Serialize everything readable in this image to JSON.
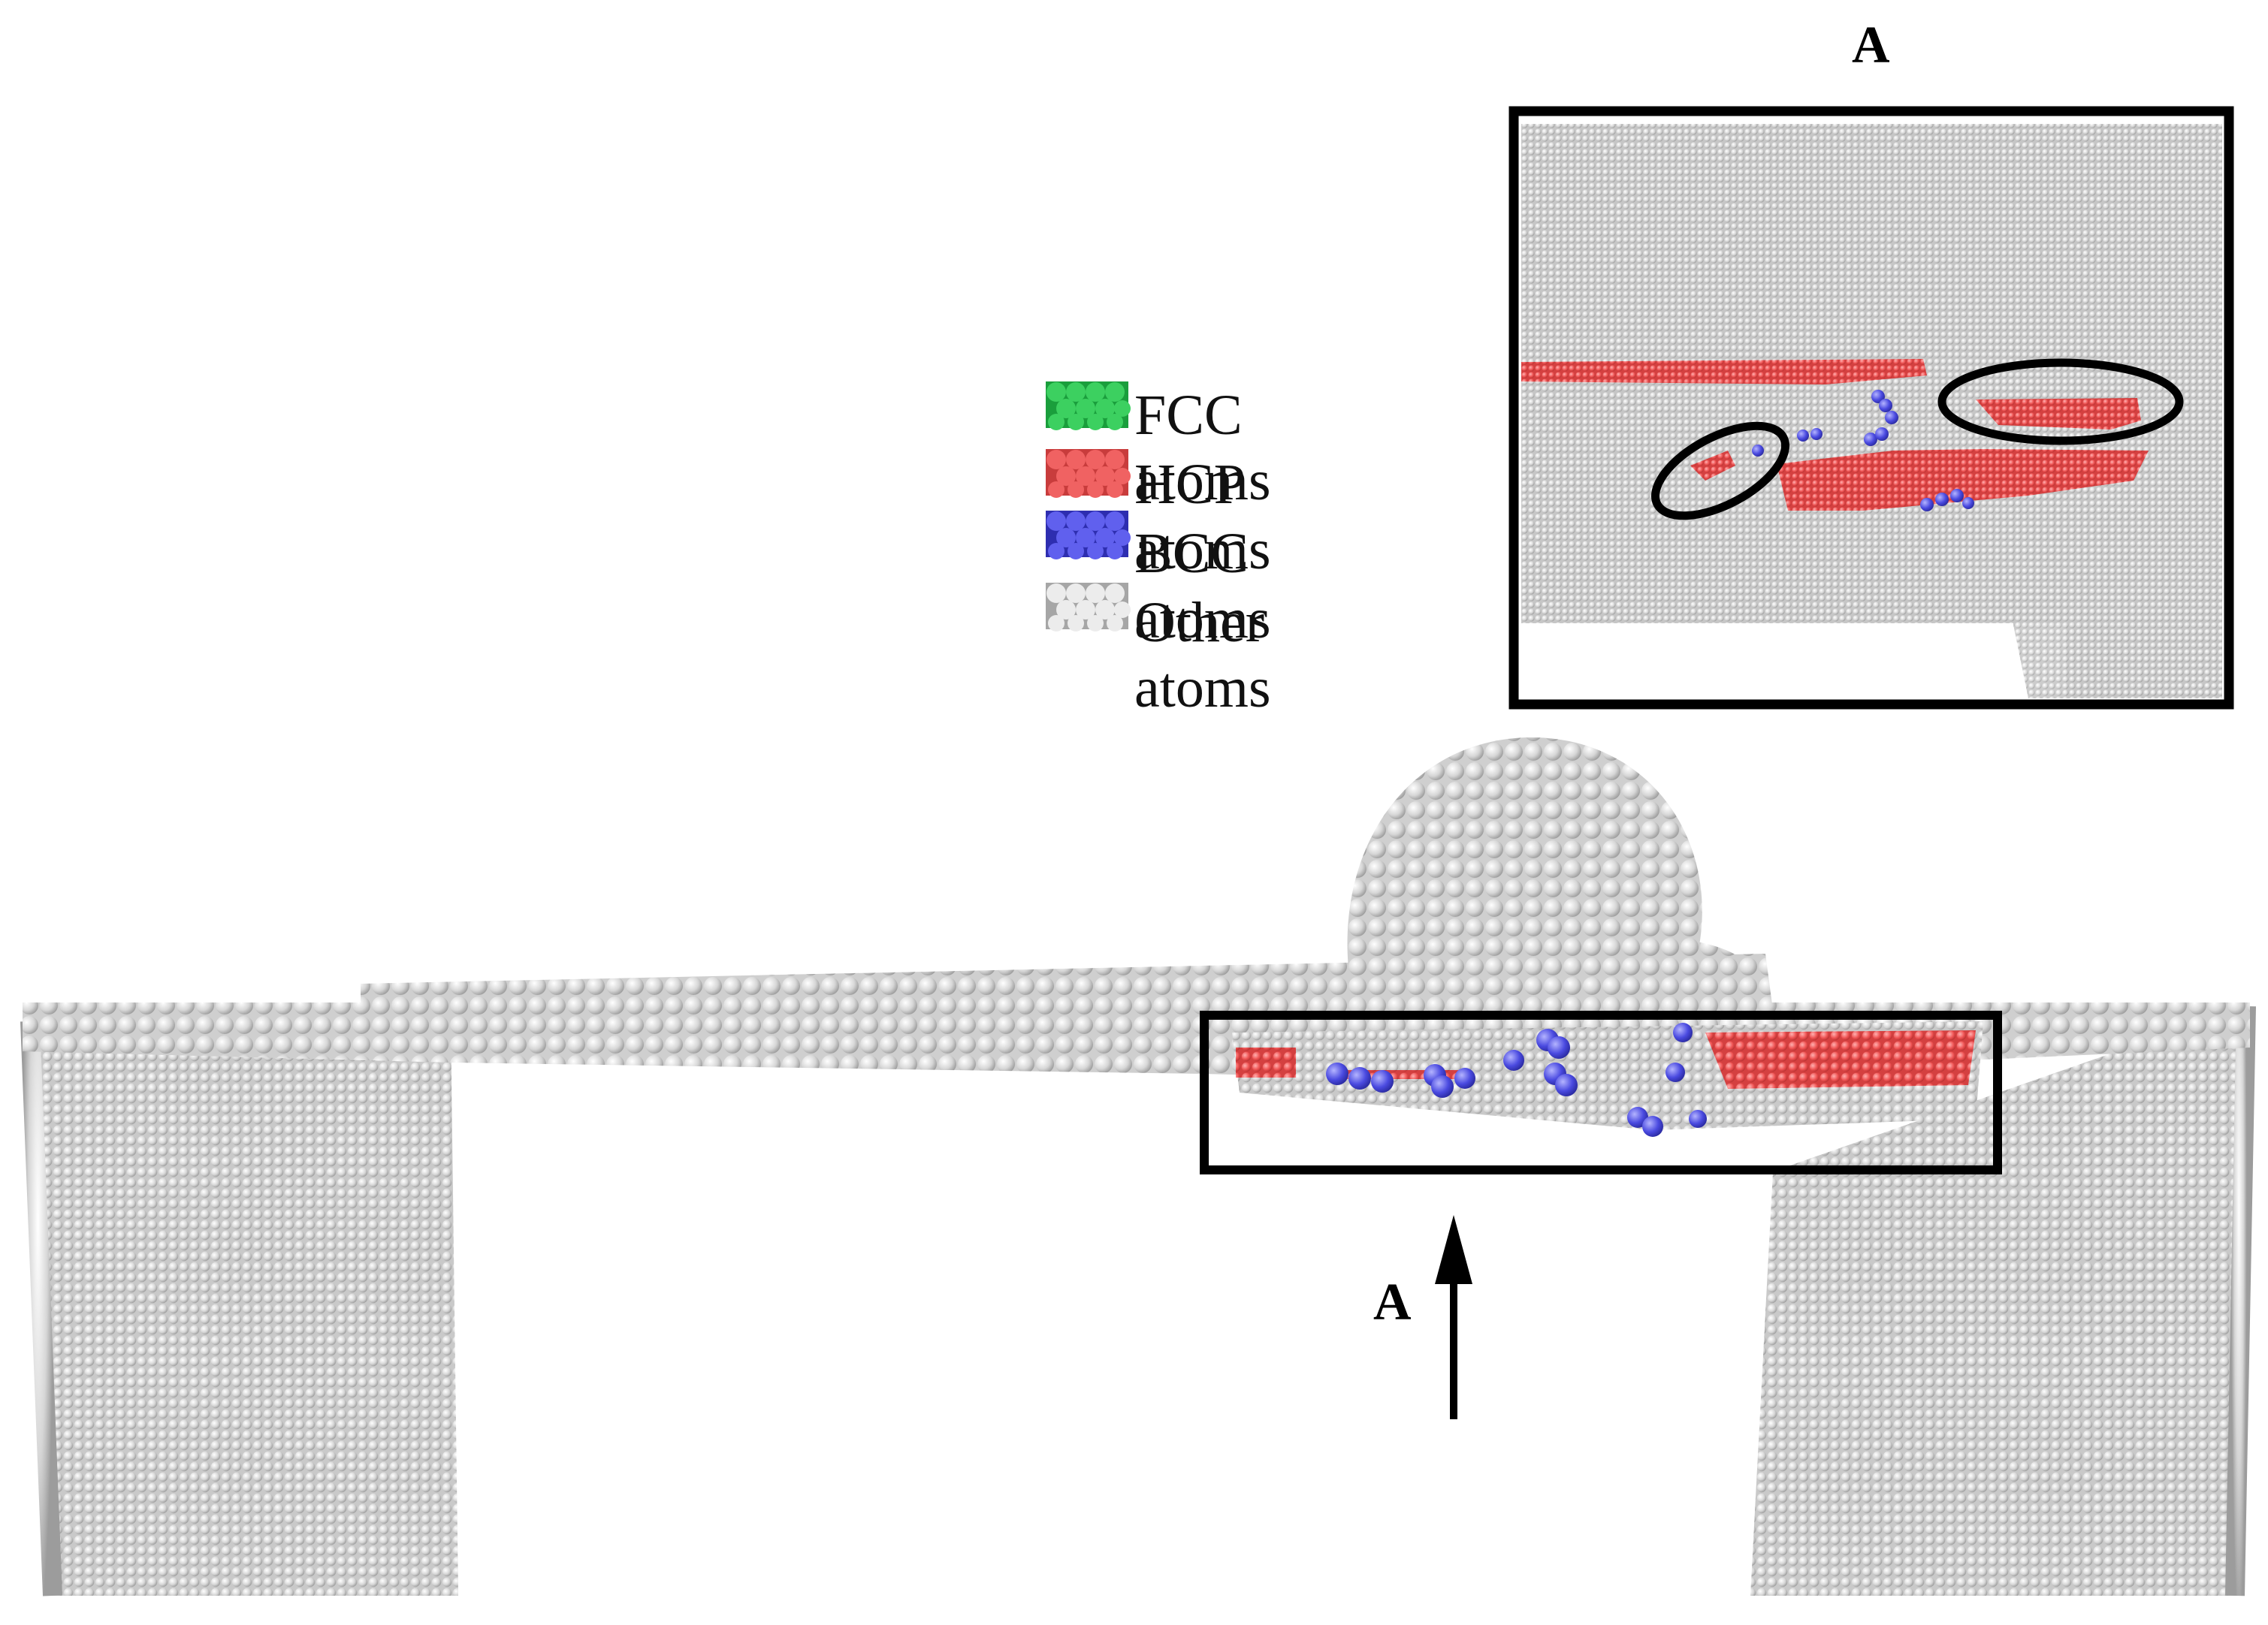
{
  "labels": {
    "inset_view": "A",
    "arrow_view": "A"
  },
  "legend": [
    {
      "label": "FCC atoms",
      "color": "#22c04a",
      "shade": "#118a2e",
      "icon": "fcc-atoms-swatch-icon"
    },
    {
      "label": "HCP atoms",
      "color": "#ef5454",
      "shade": "#b93030",
      "icon": "hcp-atoms-swatch-icon"
    },
    {
      "label": "BCC atoms",
      "color": "#5a5ae6",
      "shade": "#2f2fae",
      "icon": "bcc-atoms-swatch-icon"
    },
    {
      "label": "Other atoms",
      "color": "#e6e6e6",
      "shade": "#9a9a9a",
      "icon": "other-atoms-swatch-icon"
    }
  ],
  "colors": {
    "atom_other": "#d8d8d8",
    "atom_other_edge": "#a8a8a8",
    "atom_hcp": "#ef5454",
    "atom_bcc": "#4a4ae0",
    "frame": "#000000"
  }
}
